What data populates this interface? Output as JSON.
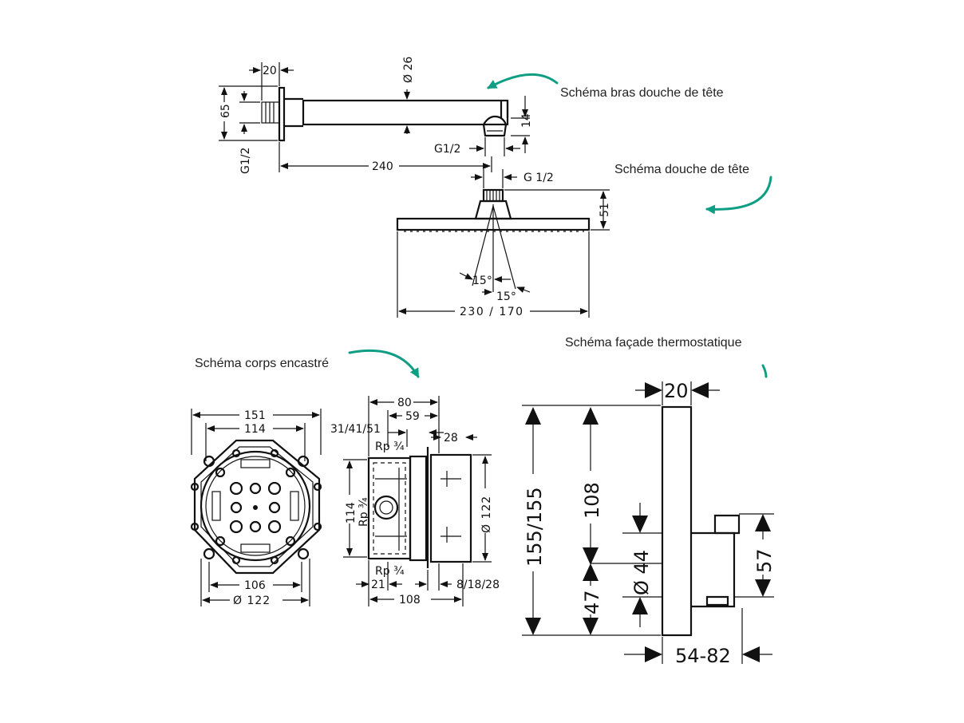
{
  "captions": {
    "arm": "Schéma bras douche de tête",
    "head": "Schéma douche de tête",
    "body": "Schéma corps encastré",
    "thermo": "Schéma façade thermostatique"
  },
  "arm_dims": {
    "d20": "20",
    "d26": "Ø 26",
    "d65": "65",
    "g12_left": "G1/2",
    "d14": "14",
    "g12_bottom": "G1/2",
    "d240": "240"
  },
  "head_dims": {
    "g12": "G 1/2",
    "d51": "51",
    "a15_left": "15°",
    "a15_right": "15°",
    "width": "230 / 170"
  },
  "front_dims": {
    "d151": "151",
    "d114": "114",
    "d106": "106",
    "d122": "Ø 122"
  },
  "side_dims": {
    "d80": "80",
    "d59": "59",
    "d314151": "31/41/51",
    "d28": "28",
    "rp_top": "Rp ¾",
    "rp_side": "Rp ¾",
    "rp_bottom": "Rp ¾",
    "d114": "114",
    "d122": "Ø 122",
    "d21": "21",
    "d81828": "8/18/28",
    "d108": "108"
  },
  "thermo_dims": {
    "d20": "20",
    "d155": "155/155",
    "d108": "108",
    "d44": "Ø 44",
    "d47": "47",
    "d57": "57",
    "d5482": "54-82"
  },
  "colors": {
    "accent_arrow": "#0f9e84",
    "line": "#111111"
  }
}
